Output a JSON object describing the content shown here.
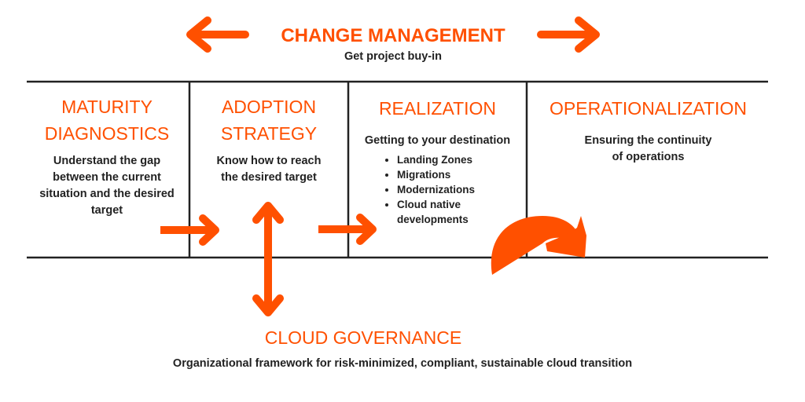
{
  "change_management": {
    "title": "CHANGE MANAGEMENT",
    "subtitle": "Get project buy-in"
  },
  "columns": [
    {
      "title_line1": "MATURITY",
      "title_line2": "DIAGNOSTICS",
      "description": "Understand the gap between the current situation and the desired target"
    },
    {
      "title_line1": "ADOPTION",
      "title_line2": "STRATEGY",
      "description": "Know how to reach the desired target"
    },
    {
      "title": "REALIZATION",
      "description": "Getting to your destination",
      "items": [
        "Landing Zones",
        "Migrations",
        "Modernizations",
        "Cloud native developments"
      ]
    },
    {
      "title": "OPERATIONALIZATION",
      "description_line1": "Ensuring the continuity",
      "description_line2": "of operations"
    }
  ],
  "cloud_governance": {
    "title": "CLOUD GOVERNANCE",
    "subtitle": "Organizational framework for risk-minimized, compliant, sustainable cloud transition"
  },
  "colors": {
    "accent": "#ff5000",
    "text": "#222222",
    "lines": "#222222"
  }
}
